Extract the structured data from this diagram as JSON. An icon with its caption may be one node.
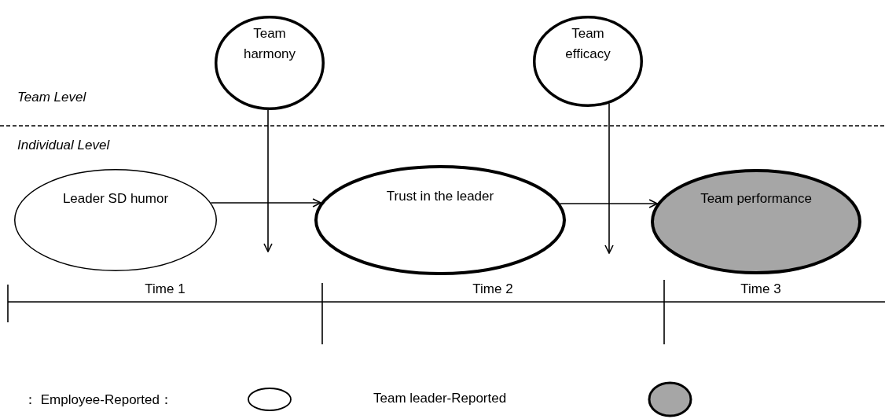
{
  "diagram": {
    "nodes": [
      {
        "text": [
          "Team harmony"
        ]
      },
      {
        "text": [
          "Team efficacy"
        ]
      },
      {
        "text": [
          "Leader SD humor"
        ]
      },
      {
        "text": [
          "Trust in the leader"
        ]
      },
      {
        "text": [
          "Team performance"
        ]
      }
    ],
    "edges": [
      {
        "from": 0,
        "to": null,
        "arrow": "to"
      },
      {
        "from": 1,
        "to": null,
        "arrow": "to"
      },
      {
        "from": 2,
        "to": 3,
        "arrow": "to"
      },
      {
        "from": 3,
        "to": 4,
        "arrow": "to"
      }
    ],
    "labels": [
      "Team Level",
      "Individual Level",
      "Time 1",
      "Time 2",
      "Time 3"
    ],
    "legend": [
      {
        "text": "： Employee-Reported："
      },
      {
        "text": "Team leader-Reported",
        "color": "#a6a6a6"
      }
    ]
  }
}
